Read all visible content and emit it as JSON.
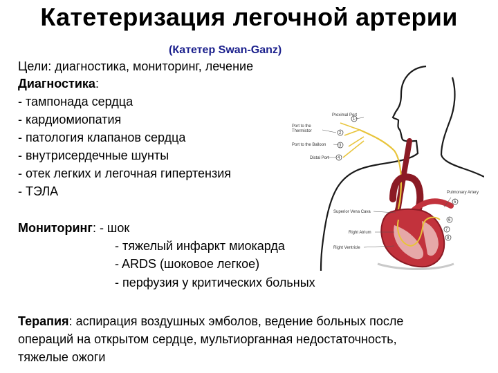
{
  "slide": {
    "title": "Катетеризация легочной артерии",
    "subtitle": "(Катетер Swan-Ganz)",
    "goals": "Цели: диагностика, мониторинг, лечение",
    "diagnostics": {
      "heading": "Диагностика",
      "colon": ":",
      "items": [
        "- тампонада сердца",
        "- кардиомиопатия",
        "- патология клапанов сердца",
        "- внутрисердечные шунты",
        "- отек легких и легочная гипертензия",
        "- ТЭЛА"
      ]
    },
    "monitoring": {
      "heading": "Мониторинг",
      "first": ": - шок",
      "items": [
        "- тяжелый инфаркт миокарда",
        "- ARDS (шоковое легкое)",
        "- перфузия у критических больных"
      ]
    },
    "therapy": {
      "heading": "Терапия",
      "line1": ": аспирация воздушных эмболов, ведение больных после",
      "line2": "операций на открытом сердце, мультиорганная недостаточность,",
      "line3": "тяжелые ожоги"
    }
  },
  "illustration": {
    "labels": {
      "proximal_port": "Proximal Port",
      "port_thermistor_1": "Port to the",
      "port_thermistor_2": "Thermistor",
      "port_balloon": "Port to the Balloon",
      "distal_port": "Distal Port",
      "pulmonary_artery": "Pulmonary Artery",
      "superior_vena_cava": "Superior Vena Cava",
      "right_atrium": "Right Atrium",
      "right_ventricle": "Right Ventricle"
    },
    "numbers": [
      "1",
      "2",
      "3",
      "4",
      "5",
      "6",
      "7",
      "8"
    ],
    "colors": {
      "vessel": "#8b1a24",
      "heart": "#c2323c",
      "heart_light": "#e6a8a8",
      "catheter": "#e8c43a",
      "outline": "#1a1a1a"
    }
  }
}
